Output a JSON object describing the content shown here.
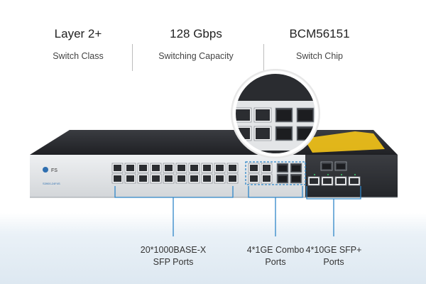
{
  "specs": [
    {
      "value": "Layer 2+",
      "label": "Switch Class"
    },
    {
      "value": "128 Gbps",
      "label": "Switching Capacity"
    },
    {
      "value": "BCM56151",
      "label": "Switch Chip"
    }
  ],
  "device": {
    "brand": "FS",
    "model_label": "S3900-24F4S"
  },
  "port_groups": [
    {
      "caption_line1": "20*1000BASE-X",
      "caption_line2": "SFP Ports"
    },
    {
      "caption_line1": "4*1GE Combo",
      "caption_line2": "Ports"
    },
    {
      "caption_line1": "4*10GE SFP+",
      "caption_line2": "Ports"
    }
  ],
  "colors": {
    "bracket": "#2f86c8",
    "device_top": "#2a2c30",
    "front_panel": "#e4e6e8",
    "accent": "#f5c518"
  }
}
